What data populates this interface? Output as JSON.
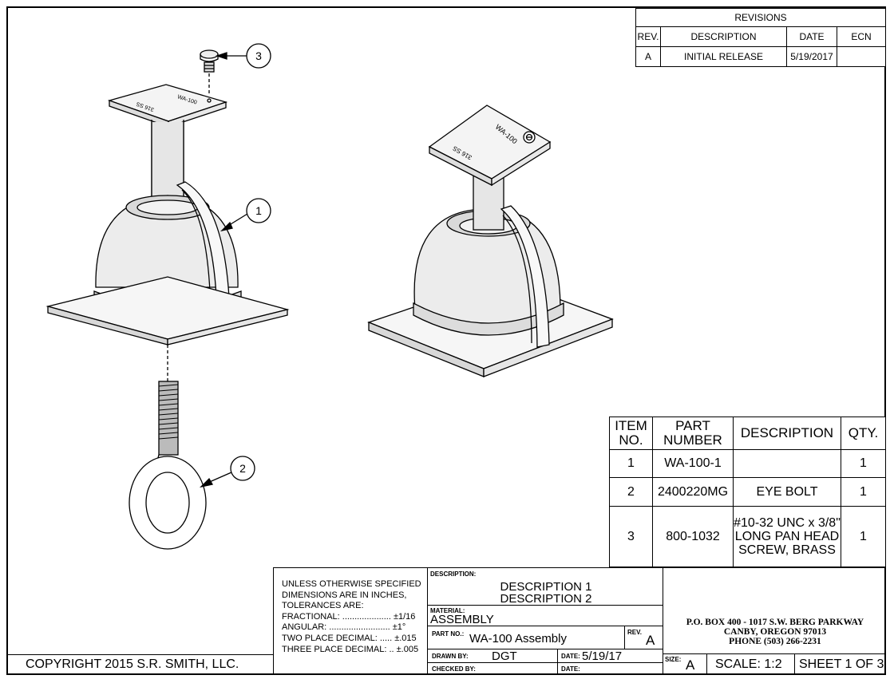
{
  "revisions": {
    "title": "REVISIONS",
    "headers": [
      "REV.",
      "DESCRIPTION",
      "DATE",
      "ECN"
    ],
    "rows": [
      [
        "A",
        "INITIAL RELEASE",
        "5/19/2017",
        ""
      ]
    ]
  },
  "bom": {
    "headers": [
      "ITEM NO.",
      "PART NUMBER",
      "DESCRIPTION",
      "QTY."
    ],
    "rows": [
      [
        "1",
        "WA-100-1",
        "",
        "1"
      ],
      [
        "2",
        "2400220MG",
        "EYE BOLT",
        "1"
      ],
      [
        "3",
        "800-1032",
        "#10-32 UNC x 3/8\" LONG PAN HEAD SCREW, BRASS",
        "1"
      ]
    ]
  },
  "balloons": [
    "3",
    "1",
    "2"
  ],
  "part_labels": {
    "model": "WA-100",
    "material": "316 SS"
  },
  "tolerances": {
    "lines": [
      "UNLESS OTHERWISE SPECIFIED",
      "DIMENSIONS ARE IN INCHES,",
      "TOLERANCES ARE:",
      "FRACTIONAL: .................... ±1/16",
      "ANGULAR: ......................... ±1°",
      "TWO PLACE DECIMAL: ..... ±.015",
      "THREE PLACE DECIMAL: .. ±.005"
    ]
  },
  "title_block": {
    "description_label": "DESCRIPTION:",
    "description_1": "DESCRIPTION 1",
    "description_2": "DESCRIPTION 2",
    "material_label": "MATERIAL:",
    "material": "ASSEMBLY",
    "part_no_label": "PART NO.:",
    "part_no": "WA-100 Assembly",
    "rev_label": "REV.",
    "rev": "A",
    "drawn_by_label": "DRAWN BY:",
    "drawn_by": "DGT",
    "date_label": "DATE:",
    "date": "5/19/17",
    "checked_by_label": "CHECKED BY:",
    "checked_date_label": "DATE:",
    "address_1": "P.O. BOX 400 - 1017 S.W. BERG PARKWAY",
    "address_2": "CANBY, OREGON  97013",
    "address_3": "PHONE (503) 266-2231",
    "size_label": "SIZE:",
    "size": "A",
    "scale": "SCALE: 1:2",
    "sheet": "SHEET 1 OF 3"
  },
  "copyright": "COPYRIGHT 2015 S.R. SMITH, LLC."
}
